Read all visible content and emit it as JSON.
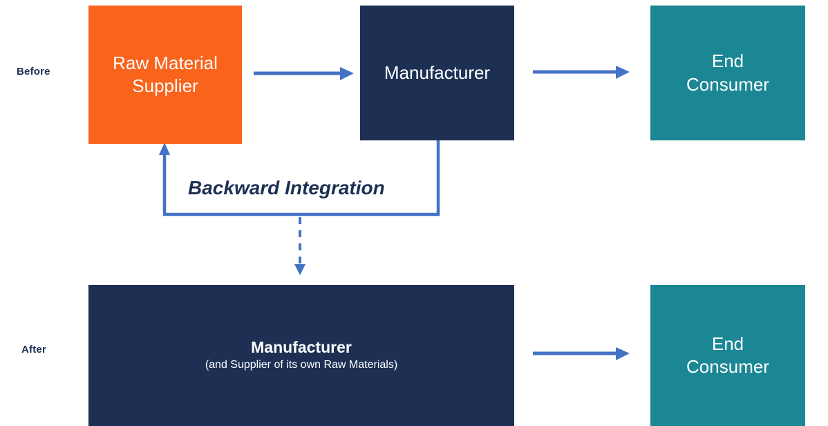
{
  "diagram": {
    "rows": {
      "before_label": "Before",
      "after_label": "After"
    },
    "nodes": {
      "raw_material_supplier": {
        "title": "Raw Material\nSupplier",
        "fill": "#f9631b",
        "text_color": "#ffffff"
      },
      "manufacturer_before": {
        "title": "Manufacturer",
        "fill": "#1d3054",
        "text_color": "#ffffff"
      },
      "end_consumer_before": {
        "title": "End\nConsumer",
        "fill": "#1b8794",
        "text_color": "#ffffff"
      },
      "manufacturer_after": {
        "title": "Manufacturer",
        "subtitle": "(and Supplier of its own Raw Materials)",
        "fill": "#1d3054",
        "text_color": "#ffffff"
      },
      "end_consumer_after": {
        "title": "End\nConsumer",
        "fill": "#1b8794",
        "text_color": "#ffffff"
      }
    },
    "annotations": {
      "backward_integration": "Backward Integration"
    },
    "connector_color": "#4472c4",
    "connectors": [
      {
        "name": "supplier-to-manufacturer-arrow",
        "style": "solid",
        "direction": "right"
      },
      {
        "name": "manufacturer-to-consumer-arrow",
        "style": "solid",
        "direction": "right"
      },
      {
        "name": "backward-integration-path",
        "style": "solid",
        "direction": "up"
      },
      {
        "name": "transformation-arrow",
        "style": "dashed",
        "direction": "down"
      },
      {
        "name": "manufacturer-after-to-consumer-arrow",
        "style": "solid",
        "direction": "right"
      }
    ]
  }
}
